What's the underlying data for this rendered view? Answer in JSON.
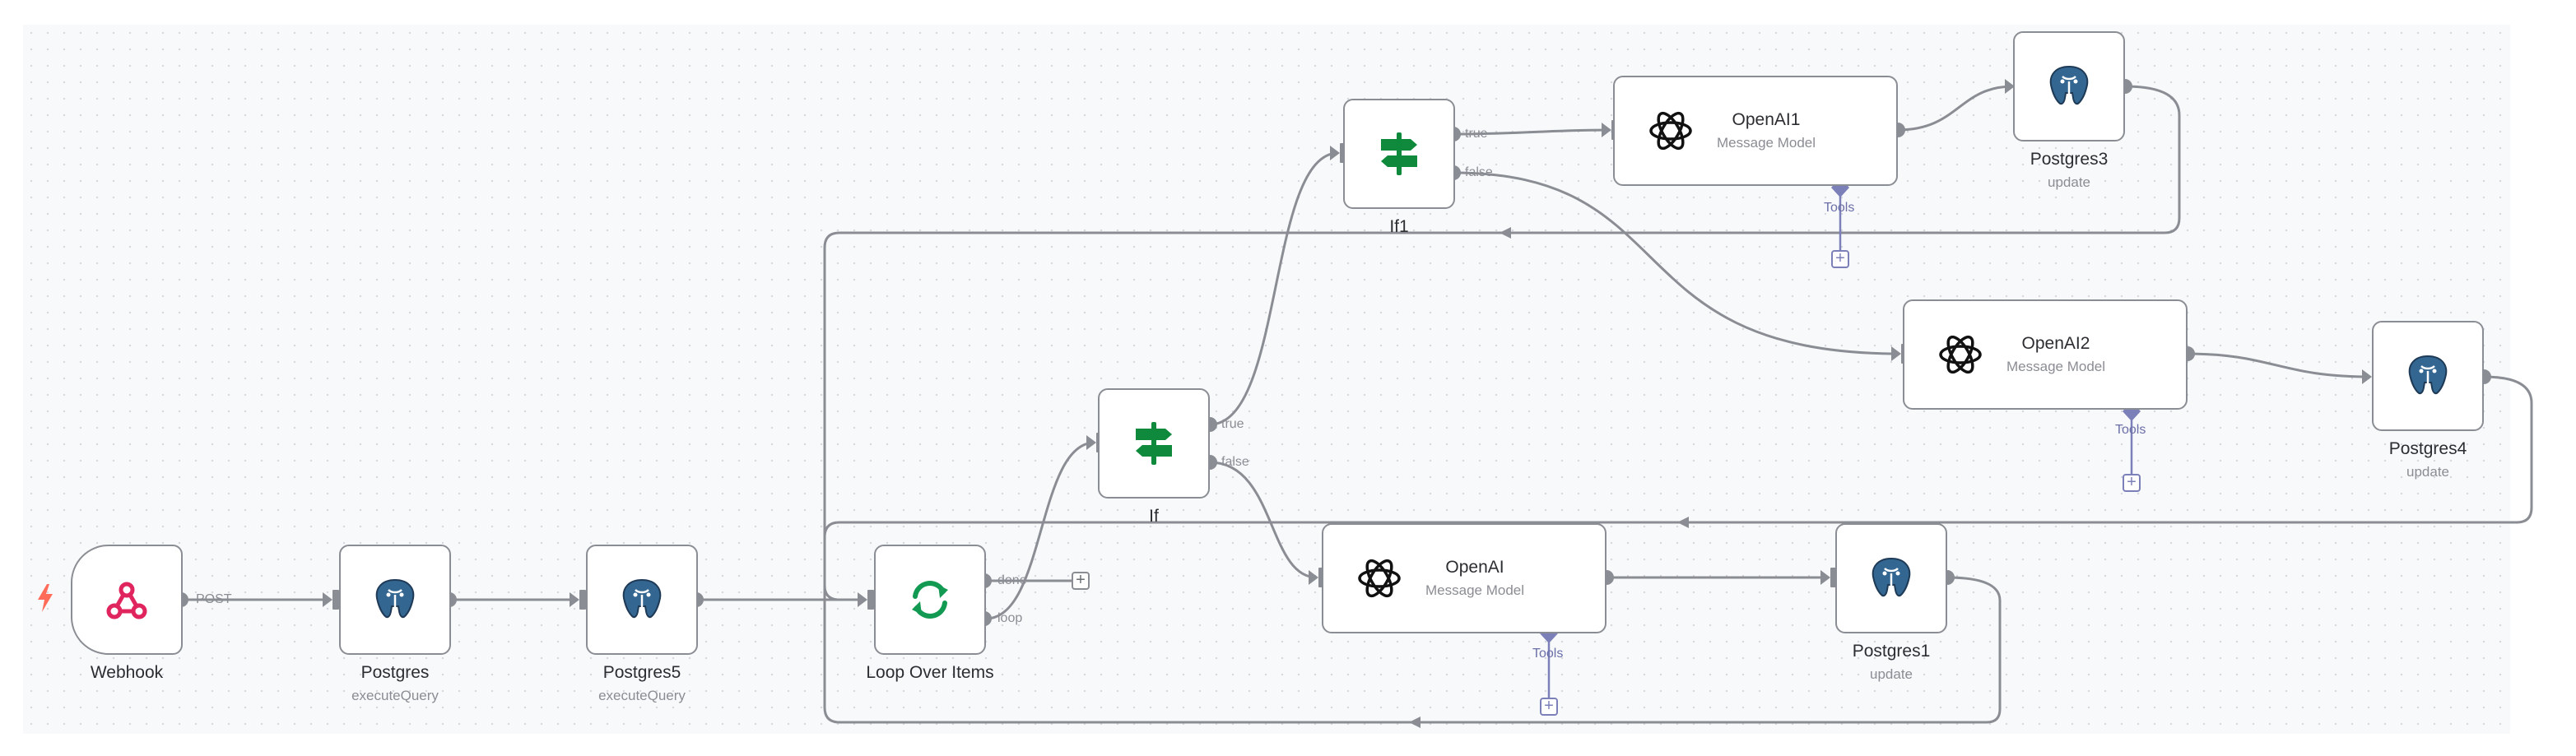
{
  "nodes": {
    "webhook": {
      "title": "Webhook",
      "icon": "webhook-icon"
    },
    "postgres": {
      "title": "Postgres",
      "subtitle": "executeQuery",
      "icon": "postgres-elephant-icon"
    },
    "postgres5": {
      "title": "Postgres5",
      "subtitle": "executeQuery",
      "icon": "postgres-elephant-icon"
    },
    "loop": {
      "title": "Loop Over Items",
      "icon": "loop-arrows-icon"
    },
    "if": {
      "title": "If",
      "icon": "signpost-icon"
    },
    "if1": {
      "title": "If1",
      "icon": "signpost-icon"
    },
    "openai": {
      "title": "OpenAI",
      "subtitle": "Message Model",
      "icon": "openai-icon"
    },
    "openai1": {
      "title": "OpenAI1",
      "subtitle": "Message Model",
      "icon": "openai-icon"
    },
    "openai2": {
      "title": "OpenAI2",
      "subtitle": "Message Model",
      "icon": "openai-icon"
    },
    "postgres1": {
      "title": "Postgres1",
      "subtitle": "update",
      "icon": "postgres-elephant-icon"
    },
    "postgres3": {
      "title": "Postgres3",
      "subtitle": "update",
      "icon": "postgres-elephant-icon"
    },
    "postgres4": {
      "title": "Postgres4",
      "subtitle": "update",
      "icon": "postgres-elephant-icon"
    }
  },
  "ports": {
    "post": "POST",
    "done": "done",
    "loop": "loop",
    "true": "true",
    "false": "false",
    "tools": "Tools",
    "add": "+"
  },
  "colors": {
    "wire": "#8a8d93",
    "tools": "#7c80b8",
    "trigger_bolt": "#ff6d5a",
    "webhook": "#e0245e",
    "postgres": "#336791",
    "if": "#0f8a3c",
    "loop": "#139a52",
    "openai": "#111111"
  }
}
